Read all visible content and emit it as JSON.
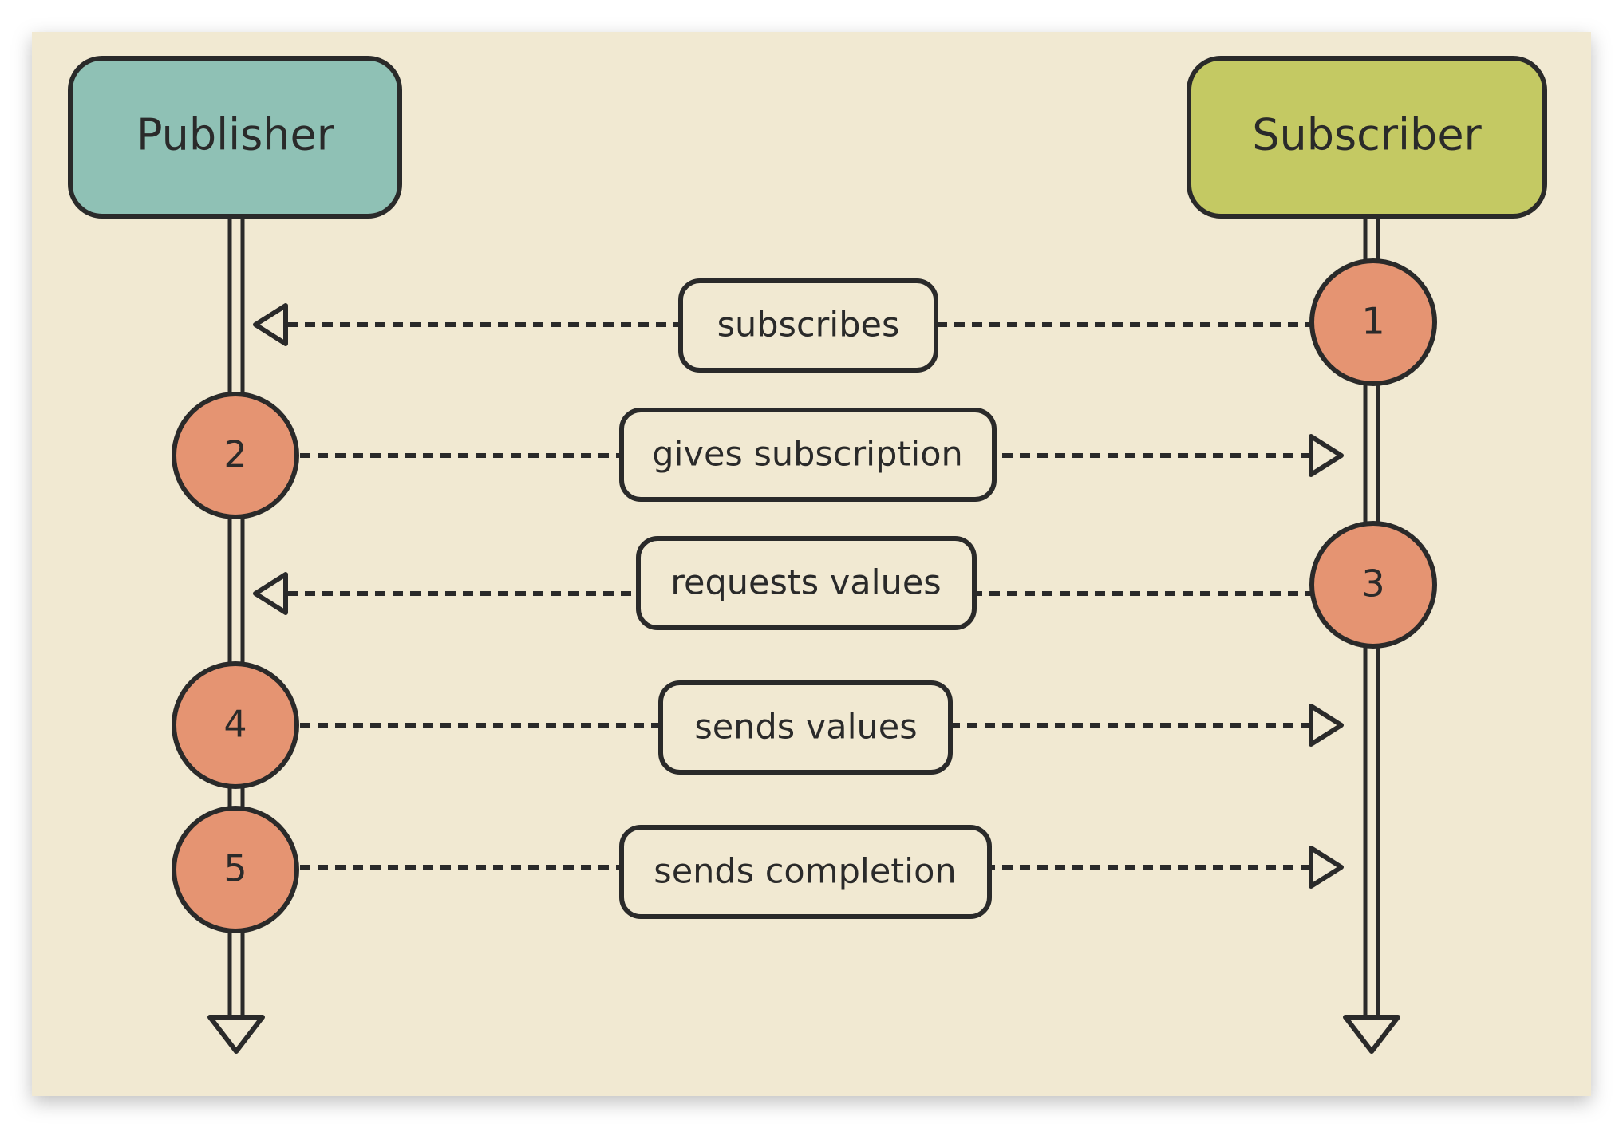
{
  "actors": {
    "publisher": "Publisher",
    "subscriber": "Subscriber"
  },
  "messages": [
    {
      "step": "1",
      "label": "subscribes",
      "from": "subscriber",
      "to": "publisher"
    },
    {
      "step": "2",
      "label": "gives subscription",
      "from": "publisher",
      "to": "subscriber"
    },
    {
      "step": "3",
      "label": "requests values",
      "from": "subscriber",
      "to": "publisher"
    },
    {
      "step": "4",
      "label": "sends values",
      "from": "publisher",
      "to": "subscriber"
    },
    {
      "step": "5",
      "label": "sends completion",
      "from": "publisher",
      "to": "subscriber"
    }
  ],
  "colors": {
    "background": "#f1e9d2",
    "publisher": "#8fc1b5",
    "subscriber": "#c4c963",
    "step_circle": "#e59472",
    "stroke": "#2a2a2a",
    "label_box": "#f1e9d2"
  }
}
